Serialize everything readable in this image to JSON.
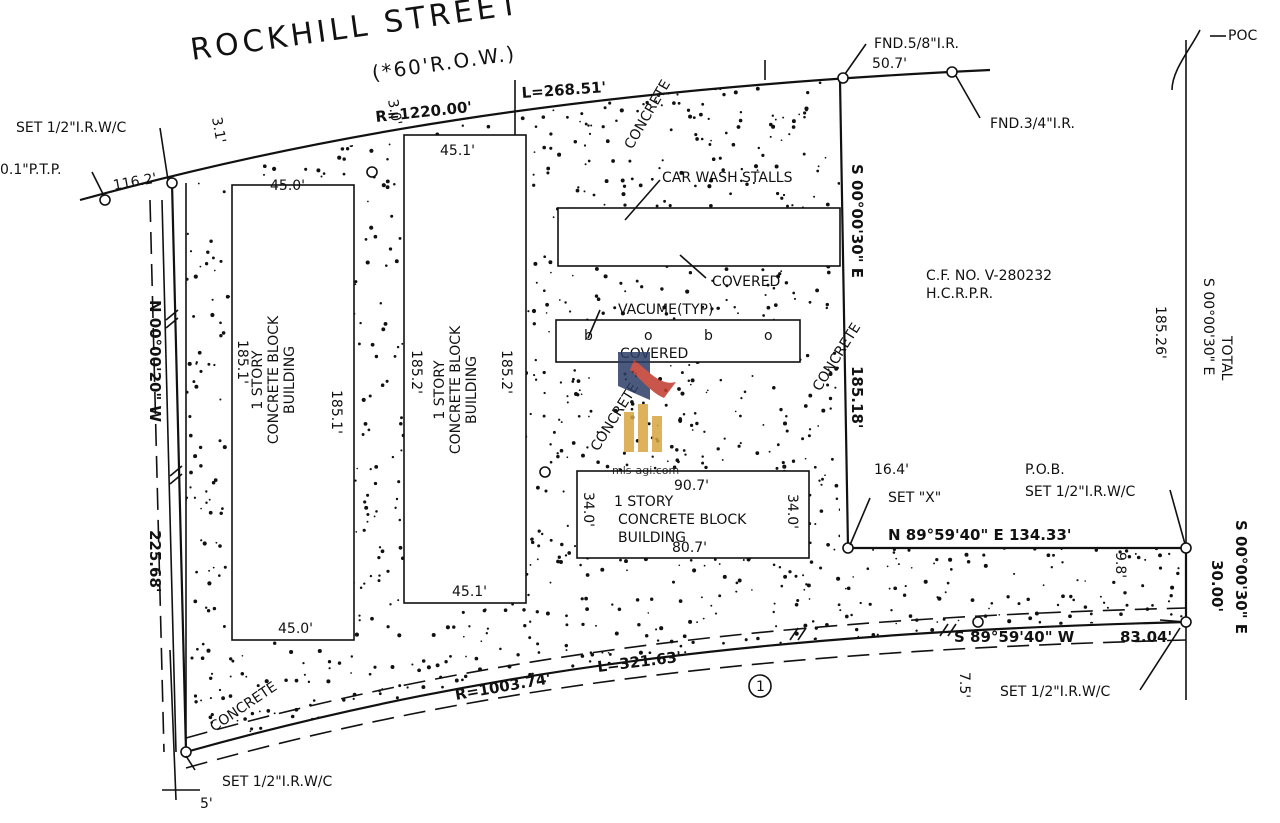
{
  "street": {
    "name": "ROCKHILL STREET",
    "row": "(*60'R.O.W.)",
    "setback": "3.0'",
    "radius": "R=1220.00'",
    "arc_length": "L=268.51'"
  },
  "south_curve": {
    "radius": "R=1003.74'",
    "arc_length": "L=321.63'",
    "note_number": "1"
  },
  "monuments": {
    "set_nw": "SET 1/2\"I.R.W/C",
    "ptp_west": "0.1\"P.T.P.",
    "fnd_ne1": "FND.5/8\"I.R.",
    "fnd_ne2": "FND.3/4\"I.R.",
    "set_sw": "SET 1/2\"I.R.W/C",
    "set_se": "SET 1/2\"I.R.W/C",
    "set_x": "SET \"X\"",
    "pob_label": "P.O.B.",
    "pob_set": "SET 1/2\"I.R.W/C",
    "poc": "POC"
  },
  "dimensions": {
    "d_116_2": "116.2'",
    "d_50_7": "50.7'",
    "d_3_1": "3.1'",
    "d_45_0_top": "45.0'",
    "d_45_0_bottom": "45.0'",
    "d_45_1_top": "45.1'",
    "d_45_1_bottom": "45.1'",
    "d_185_1_left": "185.1'",
    "d_185_1_right": "185.1'",
    "d_185_2_left": "185.2'",
    "d_185_2_right": "185.2'",
    "d_90_7": "90.7'",
    "d_80_7": "80.7'",
    "d_34_0_left": "34.0'",
    "d_34_0_right": "34.0'",
    "d_16_4": "16.4'",
    "d_185_18": "185.18'",
    "d_185_26": "185.26'",
    "d_30_00": "30.00'",
    "d_9_8": "9.8'",
    "d_7_5": "7.5'",
    "d_5": "5'",
    "d_225_68": "225.68'"
  },
  "bearings": {
    "west": "N 00°00'20\" W",
    "east_lot": "S 00°00'30\" E",
    "north_pob": "N 89°59'40\" E 134.33'",
    "south": "S 89°59'40\" W",
    "south_dist": "83.04'",
    "poc_line": "S 00°00'30\" E",
    "poc_total": "TOTAL",
    "east_strip": "S 00°00'30\" E"
  },
  "buildings": {
    "b1": [
      "1 STORY",
      "CONCRETE BLOCK",
      "BUILDING"
    ],
    "b2": [
      "1 STORY",
      "CONCRETE BLOCK",
      "BUILDING"
    ],
    "b3": [
      "1 STORY",
      "CONCRETE BLOCK",
      "BUILDING"
    ]
  },
  "labels": {
    "concrete": "CONCRETE",
    "car_wash": "CAR WASH STALLS",
    "covered": "COVERED",
    "vacuum": "VACUME(TYP)",
    "vac_mark": "b",
    "vac_mark2": "o",
    "cf_no": "C.F. NO. V-280232",
    "hcrpr": "H.C.R.P.R."
  },
  "watermark": {
    "text": "mls-agi.com"
  },
  "colors": {
    "ink": "#111111",
    "paper": "#ffffff",
    "wm_red": "#c0392b",
    "wm_gold": "#d9a441",
    "wm_navy": "#2c3e66"
  }
}
